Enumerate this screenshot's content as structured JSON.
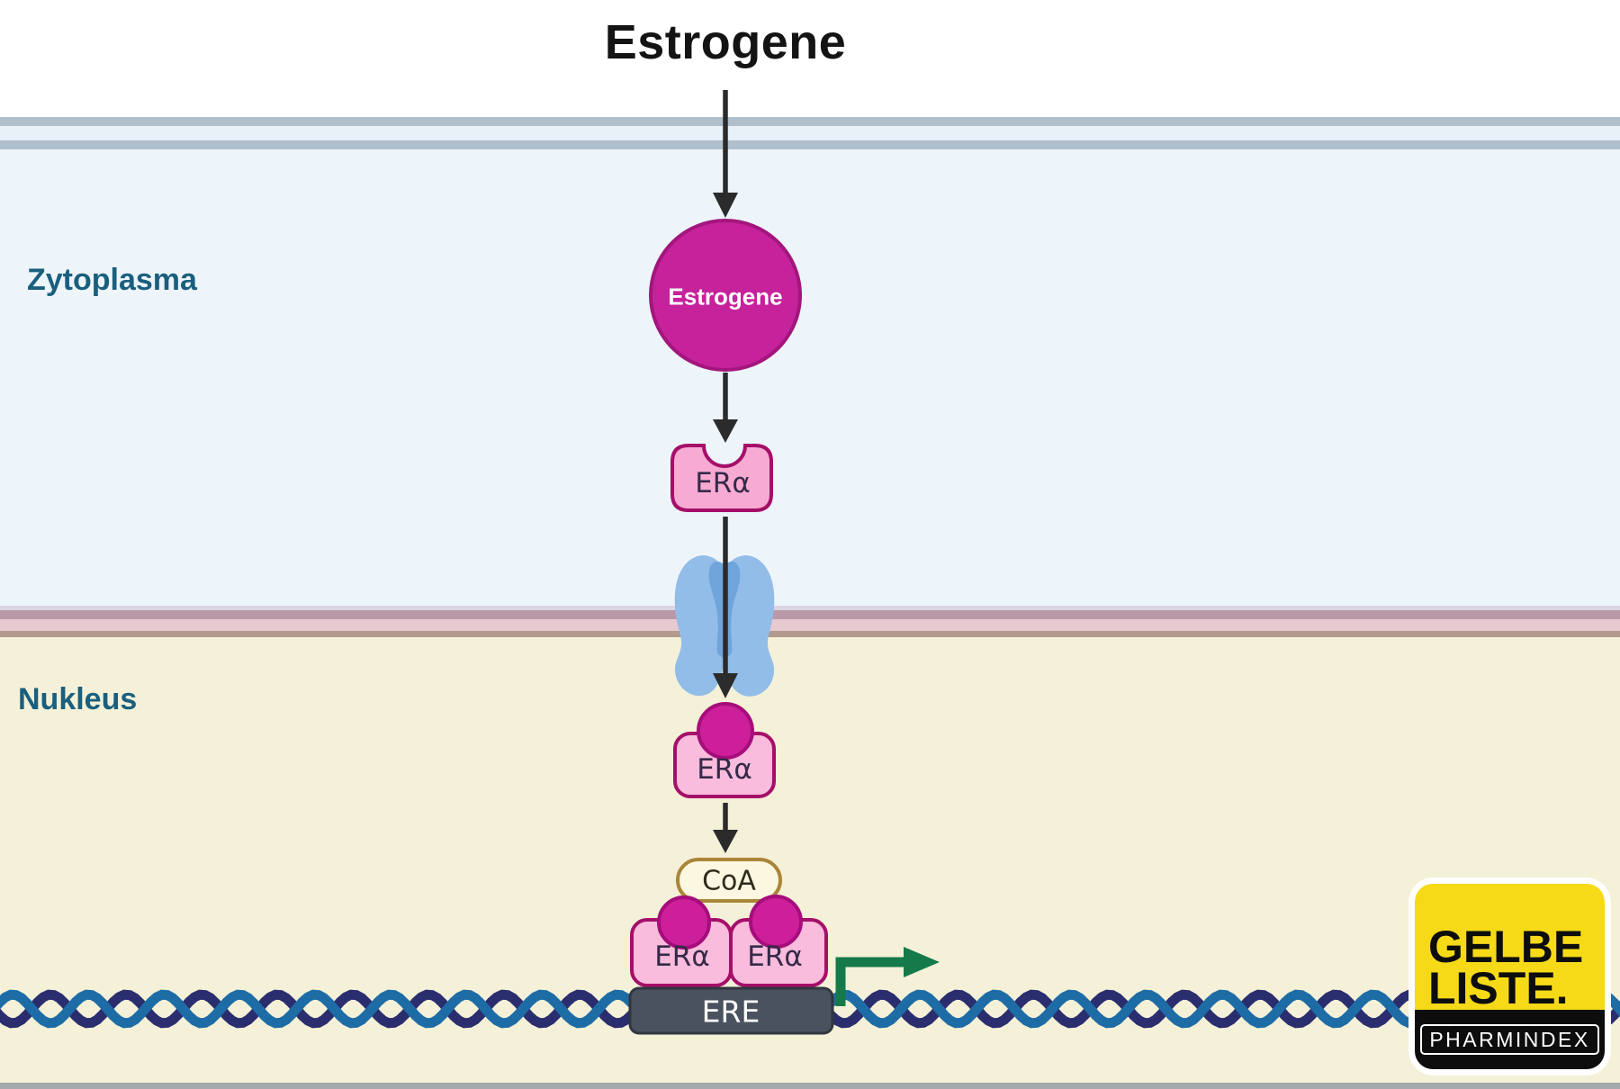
{
  "title": "Estrogene",
  "region_labels": {
    "cytoplasm": "Zytoplasma",
    "nucleus": "Nukleus"
  },
  "molecules": {
    "ligand_circle": "Estrogene",
    "receptor_free": "ERα",
    "receptor_bound": "ERα",
    "coactivator": "CoA",
    "dimer_left": "ERα",
    "dimer_right": "ERα",
    "response_element": "ERE"
  },
  "logo": {
    "line1": "GELBE",
    "line2": "LISTE.",
    "tagline": "PHARMINDEX"
  },
  "colors": {
    "ligand_fill": "#c6229b",
    "ligand_border": "#a3167d",
    "receptor_fill": "#f8aed4",
    "receptor_border": "#a50f69",
    "coactivator_fill": "#fcf7e0",
    "coactivator_border": "#aa8639",
    "ere_fill": "#49525e",
    "dna_dark": "#2a2d6e",
    "dna_light": "#1e6ca5",
    "transcription_arrow": "#15794a",
    "pore_blue": "#92bde8",
    "label_teal": "#1a5f7e",
    "logo_yellow": "#f7da17"
  }
}
